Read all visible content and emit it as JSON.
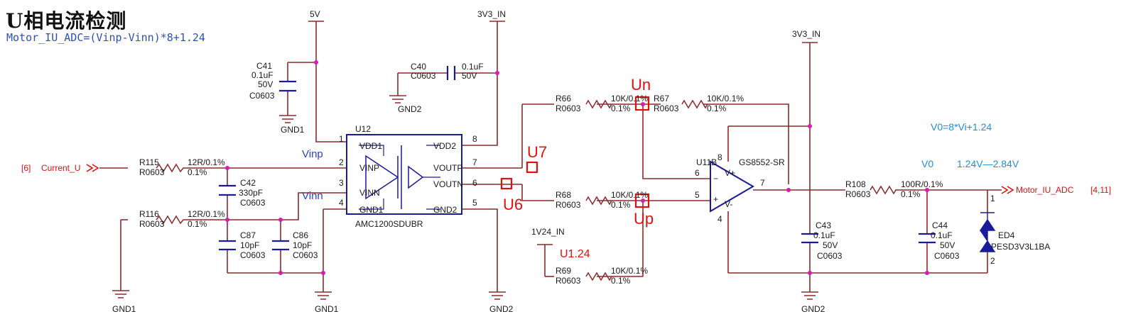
{
  "title": "U相电流检测",
  "formula": "Motor_IU_ADC=(Vinp-Vinn)*8+1.24",
  "notes": {
    "v0_eq": "V0=8*Vi+1.24",
    "v0": "V0",
    "v0_range": "1.24V—2.84V"
  },
  "rails": {
    "v5": "5V",
    "v3_1": "3V3_IN",
    "v3_2": "3V3_IN",
    "v124": "1V24_IN",
    "gnd1_a": "GND1",
    "gnd1_b": "GND1",
    "gnd1_c": "GND1",
    "gnd2_a": "GND2",
    "gnd2_b": "GND2",
    "gnd2_c": "GND2"
  },
  "ports": {
    "in_ref": "[6]",
    "in_name": "Current_U",
    "out_name": "Motor_IU_ADC",
    "out_ref": "[4,11]"
  },
  "ic_u12": {
    "ref": "U12",
    "part": "AMC1200SDUBR",
    "pins": {
      "vdd1": "VDD1",
      "vinp": "VINP",
      "vinn": "VINN",
      "gnd1": "GND1",
      "vdd2": "VDD2",
      "voutp": "VOUTP",
      "voutn": "VOUTN",
      "gnd2": "GND2"
    },
    "nums": {
      "p1": "1",
      "p2": "2",
      "p3": "3",
      "p4": "4",
      "p5": "5",
      "p6": "6",
      "p7": "7",
      "p8": "8"
    }
  },
  "ic_u11": {
    "ref": "U11B",
    "part": "GS8552-SR",
    "p8": "8",
    "p6": "6",
    "p5": "5",
    "p7": "7",
    "p4": "4",
    "vplus": "V+",
    "vminus": "V-",
    "minus": "−",
    "plus": "+"
  },
  "net_labels": {
    "vinp": "Vinp",
    "vinn": "Vinn"
  },
  "markers": {
    "un": "Un",
    "up": "Up",
    "u7": "U7",
    "u6": "U6",
    "u124": "U1.24"
  },
  "resistors": {
    "r115": {
      "ref": "R115",
      "pkg": "R0603",
      "val": "12R/0.1%",
      "tol": "0.1%"
    },
    "r116": {
      "ref": "R116",
      "pkg": "R0603",
      "val": "12R/0.1%",
      "tol": "0.1%"
    },
    "r66": {
      "ref": "R66",
      "pkg": "R0603",
      "val": "10K/0.1%",
      "tol": "0.1%"
    },
    "r67": {
      "ref": "R67",
      "pkg": "R0603",
      "val": "10K/0.1%",
      "tol": "0.1%"
    },
    "r68": {
      "ref": "R68",
      "pkg": "R0603",
      "val": "10K/0.1%",
      "tol": "0.1%"
    },
    "r69": {
      "ref": "R69",
      "pkg": "R0603",
      "val": "10K/0.1%",
      "tol": "0.1%"
    },
    "r108": {
      "ref": "R108",
      "pkg": "R0603",
      "val": "100R/0.1%",
      "tol": "0.1%"
    }
  },
  "capacitors": {
    "c41": {
      "ref": "C41",
      "val": "0.1uF",
      "volt": "50V",
      "pkg": "C0603"
    },
    "c40": {
      "ref": "C40",
      "val": "0.1uF",
      "volt": "50V",
      "pkg": "C0603"
    },
    "c42": {
      "ref": "C42",
      "val": "330pF",
      "pkg": "C0603"
    },
    "c87": {
      "ref": "C87",
      "val": "10pF",
      "pkg": "C0603"
    },
    "c86": {
      "ref": "C86",
      "val": "10pF",
      "pkg": "C0603"
    },
    "c43": {
      "ref": "C43",
      "val": "0.1uF",
      "volt": "50V",
      "pkg": "C0603"
    },
    "c44": {
      "ref": "C44",
      "val": "0.1uF",
      "volt": "50V",
      "pkg": "C0603"
    }
  },
  "diode": {
    "ref": "ED4",
    "part": "PESD3V3L1BA",
    "pin1": "1",
    "pin2": "2"
  },
  "colors": {
    "wire": "#8b2a2a",
    "junction": "#d81bb4",
    "red_mark": "#e01010",
    "net_blue": "#2a3fd0",
    "note_blue": "#1f8fdc"
  }
}
